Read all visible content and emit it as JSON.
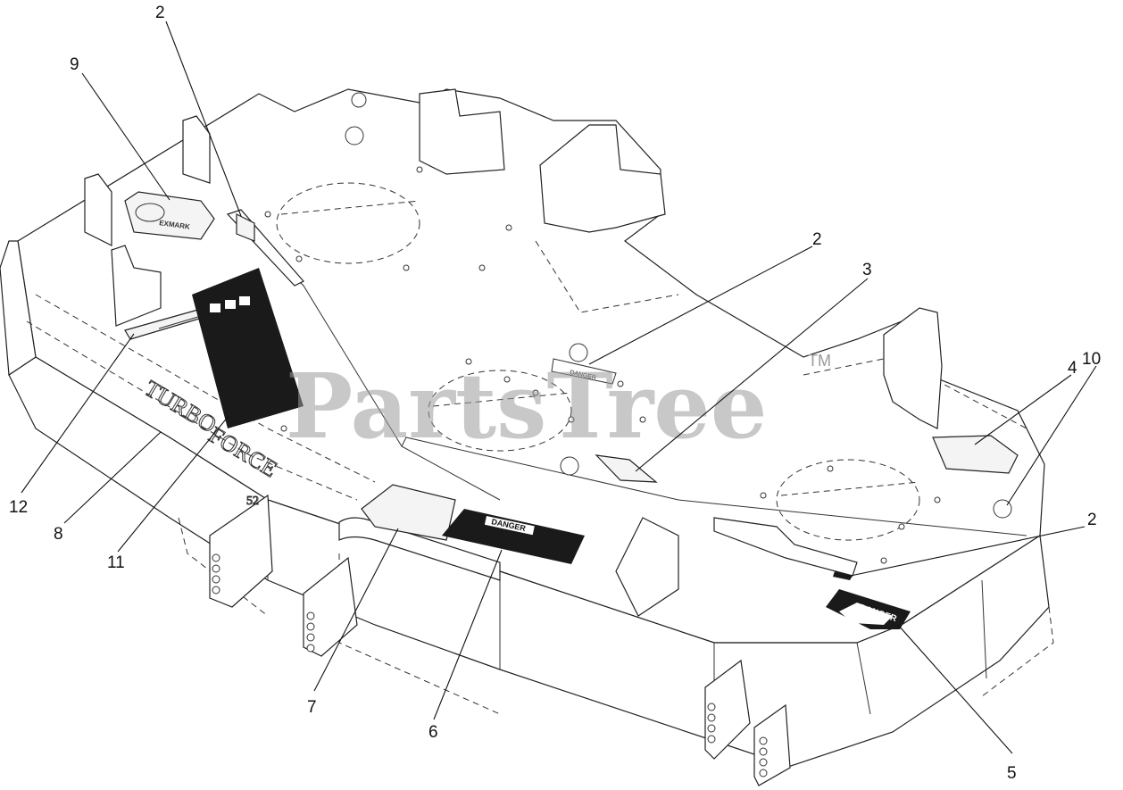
{
  "watermark": {
    "brand": "PartsTree",
    "trademark": "TM"
  },
  "deck_lettering": {
    "line1": "TURBO",
    "line2": "FORCE",
    "size": "52"
  },
  "decals": {
    "danger_small": "DANGER",
    "danger_large": "DANGER",
    "danger_panel": "DANGER",
    "logo_decal": "EXMARK"
  },
  "callouts": [
    {
      "id": "callout-2-top",
      "label": "2"
    },
    {
      "id": "callout-9",
      "label": "9"
    },
    {
      "id": "callout-2-mid",
      "label": "2"
    },
    {
      "id": "callout-3",
      "label": "3"
    },
    {
      "id": "callout-4",
      "label": "4"
    },
    {
      "id": "callout-10",
      "label": "10"
    },
    {
      "id": "callout-2-right",
      "label": "2"
    },
    {
      "id": "callout-12",
      "label": "12"
    },
    {
      "id": "callout-8",
      "label": "8"
    },
    {
      "id": "callout-11",
      "label": "11"
    },
    {
      "id": "callout-7",
      "label": "7"
    },
    {
      "id": "callout-6",
      "label": "6"
    },
    {
      "id": "callout-5",
      "label": "5"
    }
  ]
}
